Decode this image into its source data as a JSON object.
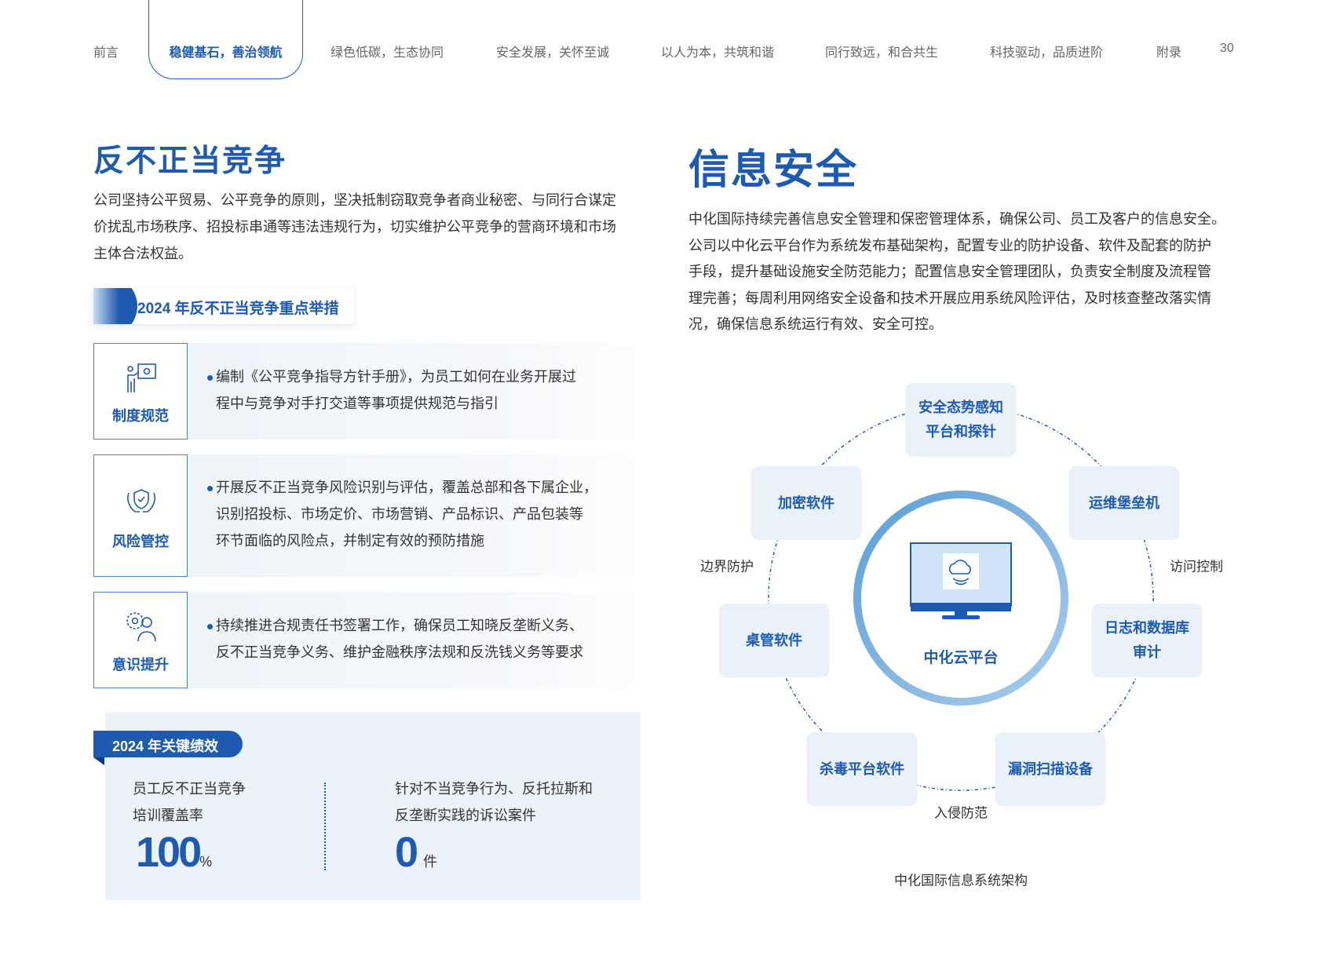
{
  "nav": {
    "items": [
      "前言",
      "稳健基石，善治领航",
      "绿色低碳，生态协同",
      "安全发展，关怀至诚",
      "以人为本，共筑和谐",
      "同行致远，和合共生",
      "科技驱动，品质进阶",
      "附录"
    ],
    "active_index": 1,
    "page_number": "30"
  },
  "left": {
    "title": "反不正当竞争",
    "intro_lines": [
      "公司坚持公平贸易、公平竞争的原则，坚决抵制窃取竞争者商业秘密、与同行合谋定",
      "价扰乱市场秩序、招投标串通等违法违规行为，切实维护公平竞争的营商环境和市场",
      "主体合法权益。"
    ],
    "measures_badge": "2024 年反不正当竞争重点举措",
    "measures": [
      {
        "icon": "presentation-gear-icon",
        "label": "制度规范",
        "lines": [
          "编制《公平竞争指导方针手册》，为员工如何在业务开展过",
          "程中与竞争对手打交道等事项提供规范与指引"
        ]
      },
      {
        "icon": "shield-hands-icon",
        "label": "风险管控",
        "lines": [
          "开展反不正当竞争风险识别与评估，覆盖总部和各下属企业，",
          "识别招投标、市场定价、市场营销、产品标识、产品包装等",
          "环节面临的风险点，并制定有效的预防措施"
        ]
      },
      {
        "icon": "person-gear-icon",
        "label": "意识提升",
        "lines": [
          "持续推进合规责任书签署工作，确保员工知晓反垄断义务、",
          "反不正当竞争义务、维护金融秩序法规和反洗钱义务等要求"
        ]
      }
    ],
    "performance": {
      "badge": "2024 年关键绩效",
      "kpis": [
        {
          "label_lines": [
            "员工反不正当竞争",
            "培训覆盖率"
          ],
          "value": "100",
          "unit": "%"
        },
        {
          "label_lines": [
            "针对不当竞争行为、反托拉斯和",
            "反垄断实践的诉讼案件"
          ],
          "value": "0",
          "unit": "件"
        }
      ]
    }
  },
  "right": {
    "title": "信息安全",
    "intro_lines": [
      "中化国际持续完善信息安全管理和保密管理体系，确保公司、员工及客户的信息安全。",
      "公司以中化云平台作为系统发布基础架构，配置专业的防护设备、软件及配套的防护",
      "手段，提升基础设施安全防范能力；配置信息安全管理团队，负责安全制度及流程管",
      "理完善；每周利用网络安全设备和技术开展应用系统风险评估，及时核查整改落实情",
      "况，确保信息系统运行有效、安全可控。"
    ],
    "diagram": {
      "center": "中化云平台",
      "nodes": [
        [
          "安全态势感知",
          "平台和探针"
        ],
        [
          "运维堡垒机"
        ],
        [
          "日志和数据库",
          "审计"
        ],
        [
          "漏洞扫描设备"
        ],
        [
          "杀毒平台软件"
        ],
        [
          "桌管软件"
        ],
        [
          "加密软件"
        ]
      ],
      "labels": {
        "left": "边界防护",
        "right": "访问控制",
        "bottom": "入侵防范"
      },
      "caption": "中化国际信息系统架构",
      "colors": {
        "primary": "#1e5bb0",
        "node_bg": "#eaf1f8",
        "ring": "#7fb2dd"
      }
    }
  }
}
